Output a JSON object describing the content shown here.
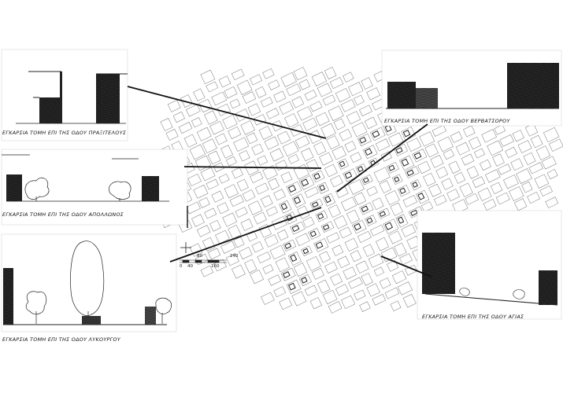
{
  "captions": {
    "praxitelous": "ΕΓΚΑΡΣΙΑ ΤΟΜΗ ΕΠΙ ΤΗΣ ΟΔΟΥ ΠΡΑΞΙΤΕΛΟΥΣ",
    "apollonos": "ΕΓΚΑΡΣΙΑ ΤΟΜΗ ΕΠΙ ΤΗΣ ΟΔΟΥ ΑΠΟΛΛΩΝΟΣ",
    "lykourgou": "ΕΓΚΑΡΣΙΑ ΤΟΜΗ ΕΠΙ ΤΗΣ ΟΔΟΥ ΛΥΚΟΥΡΓΟΥ",
    "vervatsorou": "ΕΓΚΑΡΣΙΑ ΤΟΜΗ ΕΠΙ ΤΗΣ ΟΔΟΥ ΒΕΡΒΑΤΣΟΡΟΥ",
    "agias": "ΕΓΚΑΡΣΙΑ ΤΟΜΗ ΕΠΙ ΤΗΣ ΟΔΟΥ ΑΓΙΑΣ"
  },
  "scale_bar": {
    "labels": [
      "0",
      "40",
      "80",
      "160",
      "240"
    ]
  }
}
